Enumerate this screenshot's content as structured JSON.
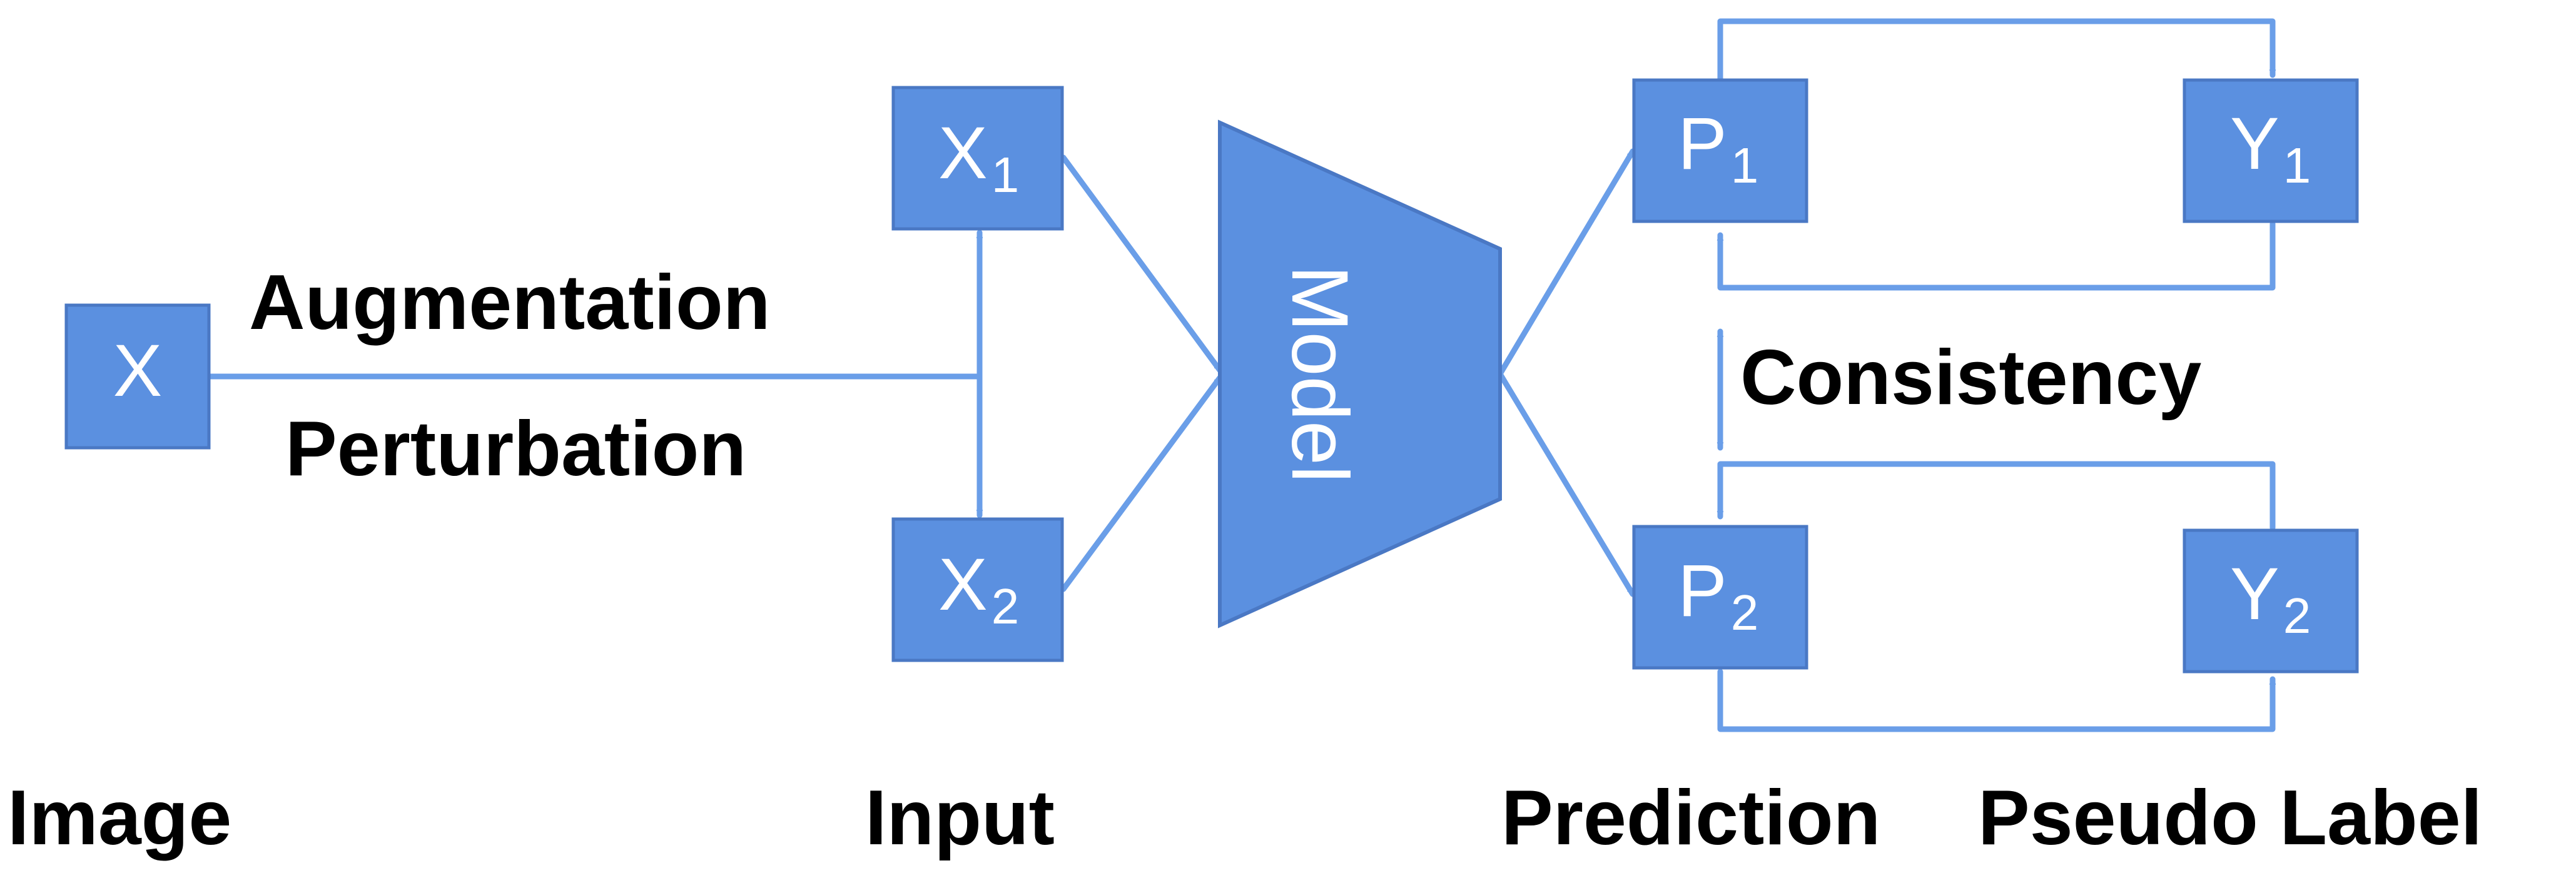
{
  "colors": {
    "node_fill": "#5b90e0",
    "edge": "#6a9ee8",
    "text_dark": "#000000",
    "text_light": "#ffffff"
  },
  "nodes": {
    "x": {
      "main": "X",
      "sub": ""
    },
    "x1": {
      "main": "X",
      "sub": "1"
    },
    "x2": {
      "main": "X",
      "sub": "2"
    },
    "p1": {
      "main": "P",
      "sub": "1"
    },
    "p2": {
      "main": "P",
      "sub": "2"
    },
    "y1": {
      "main": "Y",
      "sub": "1"
    },
    "y2": {
      "main": "Y",
      "sub": "2"
    }
  },
  "model": {
    "label": "Model"
  },
  "edge_labels": {
    "augmentation": "Augmentation",
    "perturbation": "Perturbation",
    "consistency": "Consistency"
  },
  "column_labels": {
    "image": "Image",
    "input": "Input",
    "prediction": "Prediction",
    "pseudo_label": "Pseudo Label"
  }
}
